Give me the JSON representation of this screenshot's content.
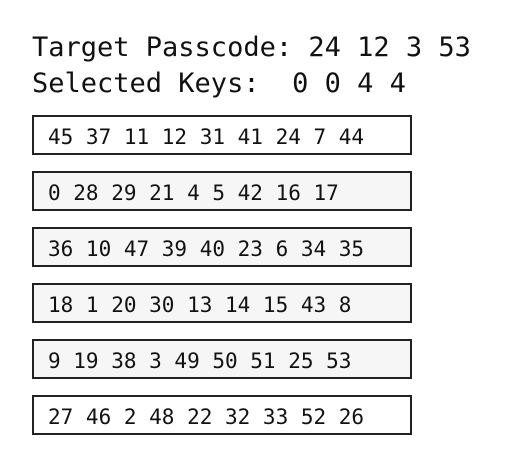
{
  "header": {
    "target_label": "Target Passcode:",
    "target_value": "24 12 3 53",
    "selected_label": "Selected Keys:",
    "selected_value": "0 0 4 4"
  },
  "key_rows": [
    "45 37 11 12 31 41 24 7 44",
    "0 28 29 21 4 5 42 16 17",
    "36 10 47 39 40 23 6 34 35",
    "18 1 20 30 13 14 15 43 8",
    "9 19 38 3 49 50 51 25 53",
    "27 46 2 48 22 32 33 52 26"
  ]
}
